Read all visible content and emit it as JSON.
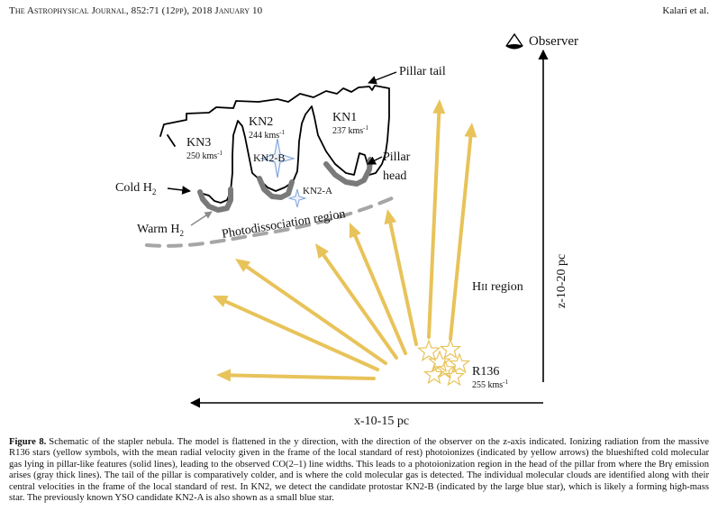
{
  "header": {
    "journal": "The Astrophysical Journal, 852:71 (12pp), 2018 January 10",
    "authors": "Kalari et al."
  },
  "figure": {
    "observer_label": "Observer",
    "eye_icon": "eye-icon",
    "axis_x_label": "x-10-15 pc",
    "axis_z_label": "z-10-20 pc",
    "pillar_tail_label": "Pillar tail",
    "pillar_head_label": "Pillar head",
    "pillar_head_line1": "Pillar",
    "pillar_head_line2": "head",
    "cold_h2_label": "Cold H",
    "cold_h2_sub": "2",
    "warm_h2_label": "Warm H",
    "warm_h2_sub": "2",
    "photodissociation_label": "Photodissociation region",
    "hii_label": "HII region",
    "hii_prefix": "H",
    "hii_roman": "II",
    "hii_suffix": " region",
    "clouds": [
      {
        "name": "KN1",
        "velocity": "237 kms",
        "unit_sup": "-1"
      },
      {
        "name": "KN2",
        "velocity": "244 kms",
        "unit_sup": "-1"
      },
      {
        "name": "KN3",
        "velocity": "250 kms",
        "unit_sup": "-1"
      }
    ],
    "kn2b_label": "KN2-B",
    "kn2a_label": "KN2-A",
    "r136": {
      "name": "R136",
      "velocity": "255 kms",
      "unit_sup": "-1"
    },
    "colors": {
      "arrow_yellow": "#e8c35a",
      "ionized_gray": "#7a7a7a",
      "pdr_dash": "#a6a6a6",
      "star_blue": "#7fa4d8",
      "line_black": "#000000"
    }
  },
  "caption": {
    "label": "Figure 8.",
    "text": "Schematic of the stapler nebula. The model is flattened in the y direction, with the direction of the observer on the z-axis indicated. Ionizing radiation from the massive R136 stars (yellow symbols, with the mean radial velocity given in the frame of the local standard of rest) photoionizes (indicated by yellow arrows) the blueshifted cold molecular gas lying in pillar-like features (solid lines), leading to the observed CO(2–1) line widths. This leads to a photoionization region in the head of the pillar from where the Brγ emission arises (gray thick lines). The tail of the pillar is comparatively colder, and is where the cold molecular gas is detected. The individual molecular clouds are identified along with their central velocities in the frame of the local standard of rest. In KN2, we detect the candidate protostar KN2-B (indicated by the large blue star), which is likely a forming high-mass star. The previously known YSO candidate KN2-A is also shown as a small blue star."
  }
}
